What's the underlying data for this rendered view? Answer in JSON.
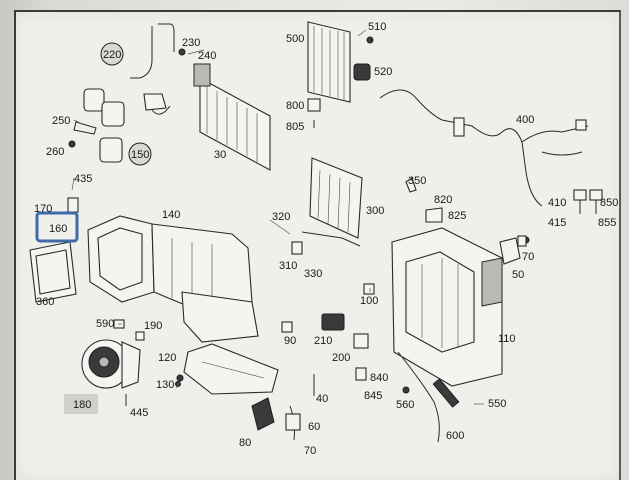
{
  "diagram": {
    "highlighted_callout": "160",
    "accent_color": "#3e6aa8",
    "callouts": [
      {
        "id": "c220",
        "text": "220",
        "circled": true
      },
      {
        "id": "c230",
        "text": "230"
      },
      {
        "id": "c240",
        "text": "240"
      },
      {
        "id": "c500",
        "text": "500"
      },
      {
        "id": "c510",
        "text": "510"
      },
      {
        "id": "c520",
        "text": "520"
      },
      {
        "id": "c800",
        "text": "800"
      },
      {
        "id": "c805",
        "text": "805"
      },
      {
        "id": "c250",
        "text": "250"
      },
      {
        "id": "c260",
        "text": "260"
      },
      {
        "id": "c150",
        "text": "150",
        "circled": true
      },
      {
        "id": "c30",
        "text": "30"
      },
      {
        "id": "c400",
        "text": "400"
      },
      {
        "id": "c435",
        "text": "435"
      },
      {
        "id": "c170",
        "text": "170"
      },
      {
        "id": "c160",
        "text": "160",
        "highlighted": true
      },
      {
        "id": "c140",
        "text": "140"
      },
      {
        "id": "c350",
        "text": "350"
      },
      {
        "id": "c820",
        "text": "820"
      },
      {
        "id": "c825",
        "text": "825"
      },
      {
        "id": "c410",
        "text": "410"
      },
      {
        "id": "c850",
        "text": "850"
      },
      {
        "id": "c415",
        "text": "415"
      },
      {
        "id": "c855",
        "text": "855"
      },
      {
        "id": "c320",
        "text": "320"
      },
      {
        "id": "c300",
        "text": "300"
      },
      {
        "id": "c310",
        "text": "310"
      },
      {
        "id": "c330",
        "text": "330"
      },
      {
        "id": "c70a",
        "text": "70"
      },
      {
        "id": "c50",
        "text": "50"
      },
      {
        "id": "c100",
        "text": "100"
      },
      {
        "id": "c360",
        "text": "360"
      },
      {
        "id": "c590",
        "text": "590"
      },
      {
        "id": "c190",
        "text": "190"
      },
      {
        "id": "c90",
        "text": "90"
      },
      {
        "id": "c210",
        "text": "210"
      },
      {
        "id": "c110",
        "text": "110"
      },
      {
        "id": "c120",
        "text": "120"
      },
      {
        "id": "c200",
        "text": "200"
      },
      {
        "id": "c130",
        "text": "130"
      },
      {
        "id": "c840",
        "text": "840"
      },
      {
        "id": "c845",
        "text": "845"
      },
      {
        "id": "c180",
        "text": "180"
      },
      {
        "id": "c40",
        "text": "40"
      },
      {
        "id": "c560",
        "text": "560"
      },
      {
        "id": "c550",
        "text": "550"
      },
      {
        "id": "c445",
        "text": "445"
      },
      {
        "id": "c60",
        "text": "60"
      },
      {
        "id": "c600",
        "text": "600"
      },
      {
        "id": "c80",
        "text": "80"
      },
      {
        "id": "c70b",
        "text": "70"
      }
    ]
  }
}
